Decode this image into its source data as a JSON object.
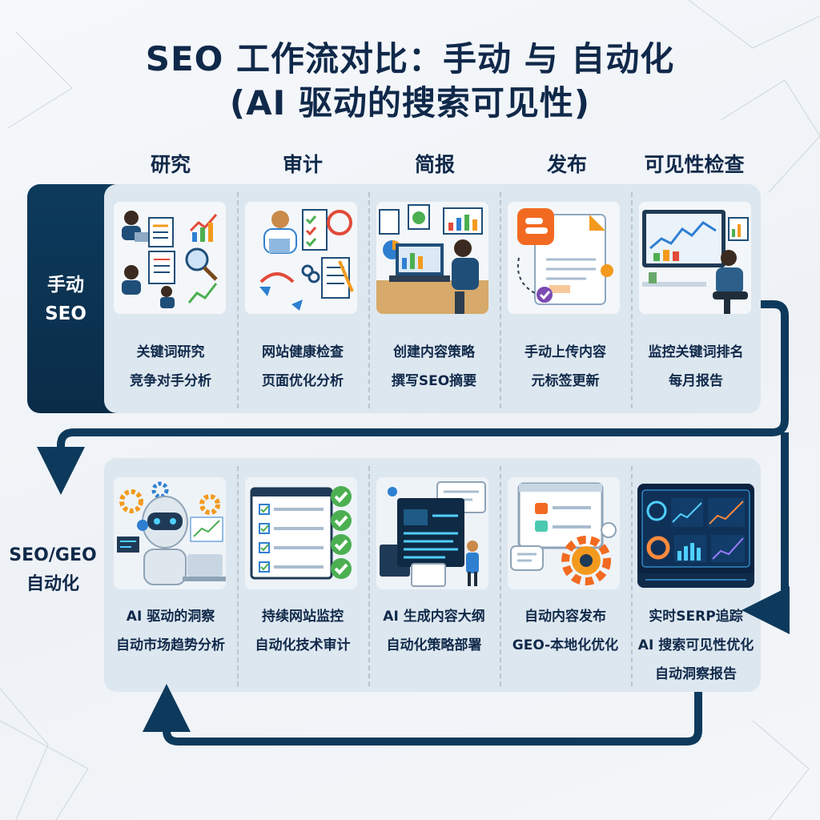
{
  "title": {
    "line1": "SEO 工作流对比：手动 与 自动化",
    "line2": "(AI 驱动的搜索可见性)"
  },
  "stages": [
    "研究",
    "审计",
    "简报",
    "发布",
    "可见性检查"
  ],
  "rows": {
    "manual": {
      "label_line1": "手动",
      "label_line2": "SEO",
      "cells": [
        {
          "icon": "research-team-icon",
          "lines": [
            "关键词研究",
            "竞争对手分析"
          ]
        },
        {
          "icon": "audit-checklist-icon",
          "lines": [
            "网站健康检查",
            "页面优化分析"
          ]
        },
        {
          "icon": "laptop-strategy-icon",
          "lines": [
            "创建内容策略",
            "撰写SEO摘要"
          ]
        },
        {
          "icon": "blogger-upload-icon",
          "lines": [
            "手动上传内容",
            "元标签更新"
          ]
        },
        {
          "icon": "monitor-ranking-icon",
          "lines": [
            "监控关键词排名",
            "每月报告"
          ]
        }
      ]
    },
    "automated": {
      "label_line1": "SEO/GEO",
      "label_line2": "自动化",
      "cells": [
        {
          "icon": "ai-robot-icon",
          "lines": [
            "AI 驱动的洞察",
            "自动市场趋势分析"
          ]
        },
        {
          "icon": "checkmark-list-icon",
          "lines": [
            "持续网站监控",
            "自动化技术审计"
          ]
        },
        {
          "icon": "ai-outline-icon",
          "lines": [
            "AI 生成内容大纲",
            "自动化策略部署"
          ]
        },
        {
          "icon": "auto-publish-gear-icon",
          "lines": [
            "自动内容发布",
            "GEO-本地化优化"
          ]
        },
        {
          "icon": "ai-dashboard-icon",
          "lines": [
            "实时SERP追踪",
            "AI 搜索可见性优化",
            "自动洞察报告"
          ]
        }
      ]
    }
  },
  "colors": {
    "navy": "#0d3a5c",
    "band": "#dde7ef",
    "accent_orange": "#f39a1e",
    "accent_green": "#4caf50",
    "accent_blue": "#2f7fd1"
  }
}
